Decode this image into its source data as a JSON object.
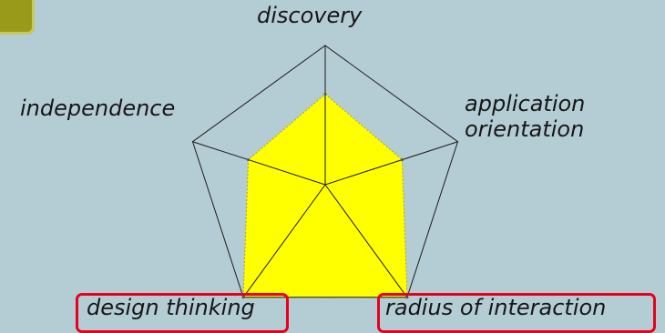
{
  "chart_data": {
    "type": "radar",
    "axes": [
      "discovery",
      "application orientation",
      "radius of interaction",
      "design thinking",
      "independence"
    ],
    "axis_labels": {
      "discovery": "discovery",
      "application_line1": "application",
      "application_line2": "orientation",
      "radius": "radius of interaction",
      "design": "design thinking",
      "independence": "independence"
    },
    "values": [
      0.65,
      0.58,
      1.0,
      1.0,
      0.58
    ],
    "max": 1.0,
    "grid": false,
    "highlighted_axes": [
      "design thinking",
      "radius of interaction"
    ],
    "colors": {
      "fill": "#ffff00",
      "outline": "#1a1a1a",
      "background": "#b4ccd4",
      "highlight": "#e8001c"
    }
  }
}
